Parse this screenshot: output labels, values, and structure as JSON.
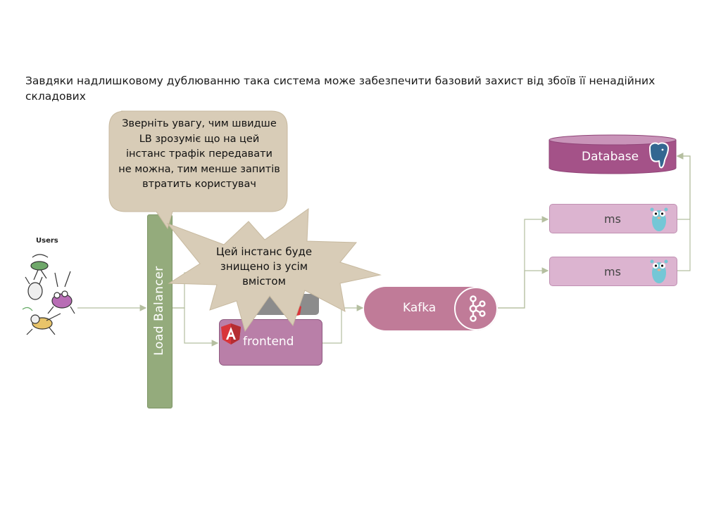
{
  "heading": "Завдяки надлишковому дублюванню така система може забезпечити базовий захист від збоїв її ненадійних складових",
  "users_label": "Users",
  "load_balancer_label": "Load Balancer",
  "frontend_label": "frontend",
  "kafka_label": "Kafka",
  "database_label": "Database",
  "ms_labels": [
    "ms",
    "ms"
  ],
  "callouts": {
    "lb_note": "Зверніть увагу, чим швидше LB зрозуміє що на цей інстанс трафік передавати не можна, тим менше запитів втратить користувач",
    "destroyed_note": "Цей інстанс буде знищено із усім вмістом"
  },
  "colors": {
    "load_balancer": "#94ab7c",
    "frontend": "#b97fa8",
    "kafka": "#c07b98",
    "database": "#a45288",
    "ms": "#dcb4d0",
    "callout": "#d8ccb7",
    "connector": "#b5bfa0"
  },
  "icons": [
    "users-cartoon-icon",
    "angular-icon",
    "kafka-icon",
    "postgres-elephant-icon",
    "gopher-icon"
  ]
}
